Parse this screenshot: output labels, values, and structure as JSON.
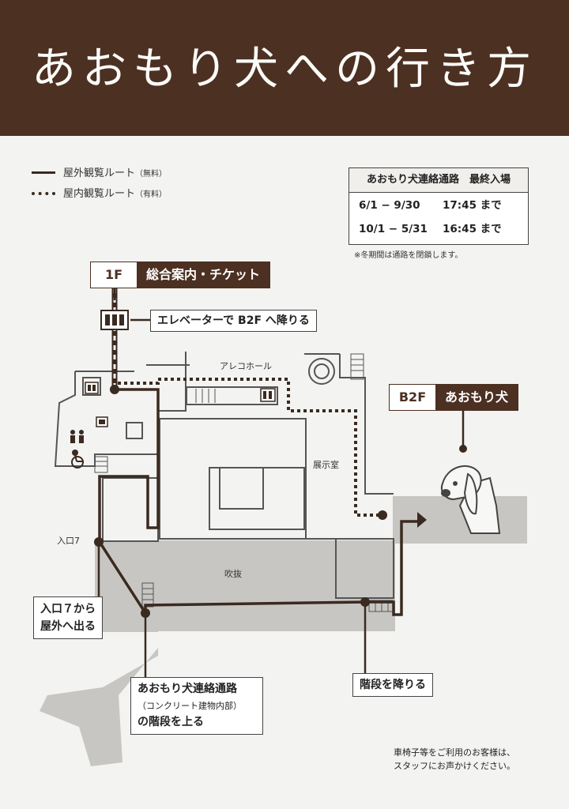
{
  "title": "あおもり犬への行き方",
  "legend": {
    "outdoor": {
      "label": "屋外観覧ルート",
      "note": "（無料）"
    },
    "indoor": {
      "label": "屋内観覧ルート",
      "note": "（有料）"
    }
  },
  "hours": {
    "title": "あおもり犬連絡通路　最終入場",
    "rows": [
      {
        "period": "6/1 − 9/30",
        "time": "17:45 まで"
      },
      {
        "period": "10/1 − 5/31",
        "time": "16:45 まで"
      }
    ],
    "note": "※冬期間は通路を閉鎖します。"
  },
  "floor_1f": {
    "level": "1F",
    "name": "総合案内・チケット"
  },
  "elevator_step": "エレベーターで B2F へ降りる",
  "floor_b2f": {
    "level": "B2F",
    "name": "あおもり犬"
  },
  "map_labels": {
    "areco_hall": "アレコホール",
    "exhibition_room": "展示室",
    "atrium": "吹抜",
    "entrance7": "入口7"
  },
  "steps": {
    "exit": [
      "入口７から",
      "屋外へ出る"
    ],
    "climb": [
      "あおもり犬連絡通路",
      "（コンクリート建物内部）",
      "の階段を上る"
    ],
    "descend": "階段を降りる"
  },
  "footer": [
    "車椅子等をご利用のお客様は、",
    "スタッフにお声かけください。"
  ],
  "icons": [
    "elevator-icon",
    "restroom-icon",
    "wheelchair-icon",
    "dog-statue-icon"
  ],
  "colors": {
    "brand_brown": "#4c3022",
    "route_line": "#3a2a20",
    "shade": "#c8c6c2"
  }
}
